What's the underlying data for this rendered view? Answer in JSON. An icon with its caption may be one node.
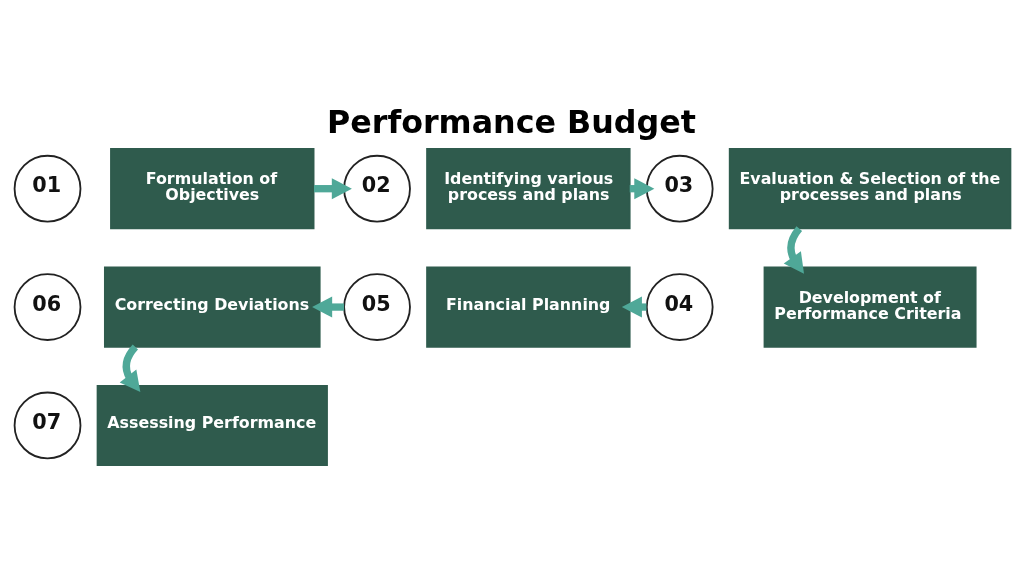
{
  "diagram": {
    "title": "Performance Budget",
    "nodes": [
      {
        "text": [
          "01"
        ]
      },
      {
        "text": [
          "Formulation of Objectives"
        ]
      },
      {
        "text": [
          "02"
        ]
      },
      {
        "text": [
          "Identifying various process and plans"
        ]
      },
      {
        "text": [
          "03"
        ]
      },
      {
        "text": [
          "Evaluation & Selection of the processes and plans"
        ]
      },
      {
        "text": [
          "04"
        ]
      },
      {
        "text": [
          "Development of Performance Criteria"
        ]
      },
      {
        "text": [
          "05"
        ]
      },
      {
        "text": [
          "Financial Planning"
        ]
      },
      {
        "text": [
          "06"
        ]
      },
      {
        "text": [
          "Correcting Deviations"
        ]
      },
      {
        "text": [
          "07"
        ]
      },
      {
        "text": [
          "Assessing Performance"
        ]
      }
    ],
    "edges": [
      {
        "from": 1,
        "to": 2,
        "arrow": "to"
      },
      {
        "from": 3,
        "to": 4,
        "arrow": "to"
      },
      {
        "from": 5,
        "to": 7,
        "arrow": "to"
      },
      {
        "from": 6,
        "to": 9,
        "arrow": "to"
      },
      {
        "from": 8,
        "to": 11,
        "arrow": "to"
      },
      {
        "from": 11,
        "to": 13,
        "arrow": "to"
      }
    ]
  }
}
